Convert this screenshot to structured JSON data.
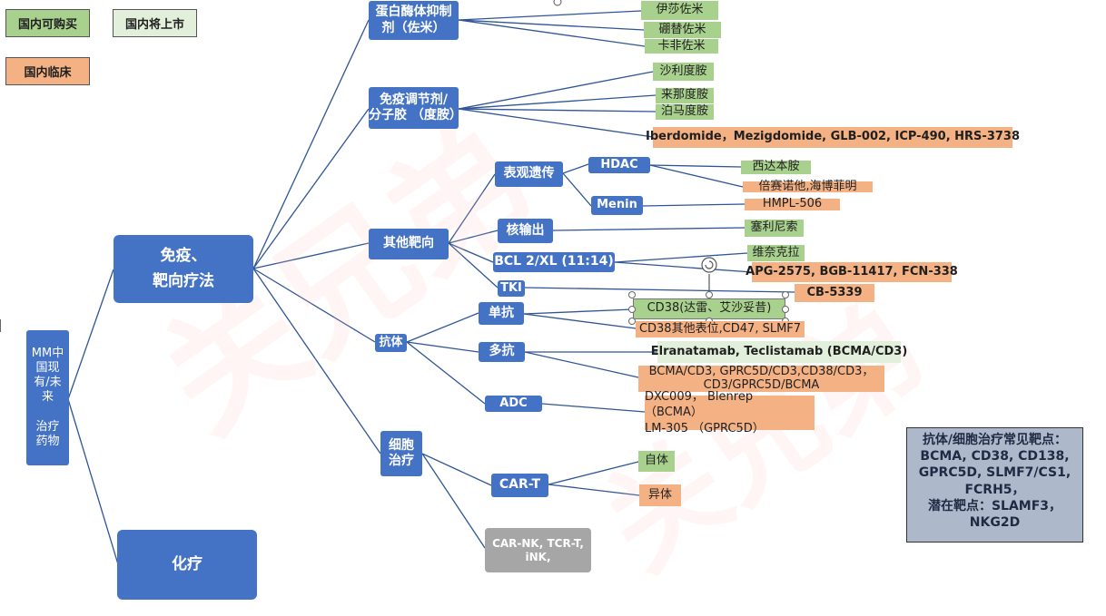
{
  "legend": {
    "available": "国内可购买",
    "upcoming": "国内将上市",
    "clinical": "国内临床"
  },
  "nodes": {
    "root": "MM中\n国现\n有/未\n来\n\n治疗\n药物",
    "immuno": "免疫、\n靶向疗法",
    "chemo": "化疗",
    "proteasome": "蛋白酶体抑制\n剂（佐米）",
    "ixazomib": "伊莎佐米",
    "bortezomib": "硼替佐米",
    "carfilzomib": "卡非佐米",
    "imid": "免疫调节剂/\n分子胶 （度胺）",
    "thalidomide": "沙利度胺",
    "lenalidomide": "来那度胺",
    "pomalidomide": "泊马度胺",
    "celmods": "Iberdomide，Mezigdomide, GLB-002, ICP-490, HRS-3738",
    "other": "其他靶向",
    "epigenetic": "表观遗传",
    "hdac": "HDAC",
    "chidamide": "西达本胺",
    "hdac_clinical": "倍赛诺他,海博菲明",
    "menin": "Menin",
    "hmpl": "HMPL-506",
    "nuclear": "核输出",
    "selinexor": "塞利尼索",
    "bcl": "BCL 2/XL (11:14)",
    "venetoclax": "维奈克拉",
    "bcl_clinical": "APG-2575, BGB-11417, FCN-338",
    "tki": "TKI",
    "cb5339": "CB-5339",
    "antibody": "抗体",
    "mono": "单抗",
    "cd38": "CD38(达雷、艾沙妥昔)",
    "cd38_other": "CD38其他表位,CD47, SLMF7",
    "multi": "多抗",
    "bispecific": "Elranatamab, Teclistamab (BCMA/CD3)",
    "multi_clinical": "BCMA/CD3, GPRC5D/CD3,CD38/CD3，\nCD3/GPRC5D/BCMA",
    "adc": "ADC",
    "adc_clinical": "DXC009， Blenrep （BCMA）\nLM-305 （GPRC5D）",
    "cell": "细胞\n治疗",
    "cart": "CAR-T",
    "auto": "自体",
    "allo": "异体",
    "other_cell": "CAR-NK, TCR-T,\niNK,"
  },
  "note": "抗体/细胞治疗常见靶点：\nBCMA, CD38, CD138,\nGPRC5D, SLMF7/CS1,\nFCRH5，\n潜在靶点：SLAMF3，\nNKG2D",
  "watermark": "关兄弟",
  "colors": {
    "node_blue": "#4472c4",
    "available_green": "#a9d18e",
    "clinical_orange": "#f4b183",
    "upcoming_pale": "#e2efda",
    "note_bg": "#adb9ca",
    "line": "#2f5597"
  }
}
